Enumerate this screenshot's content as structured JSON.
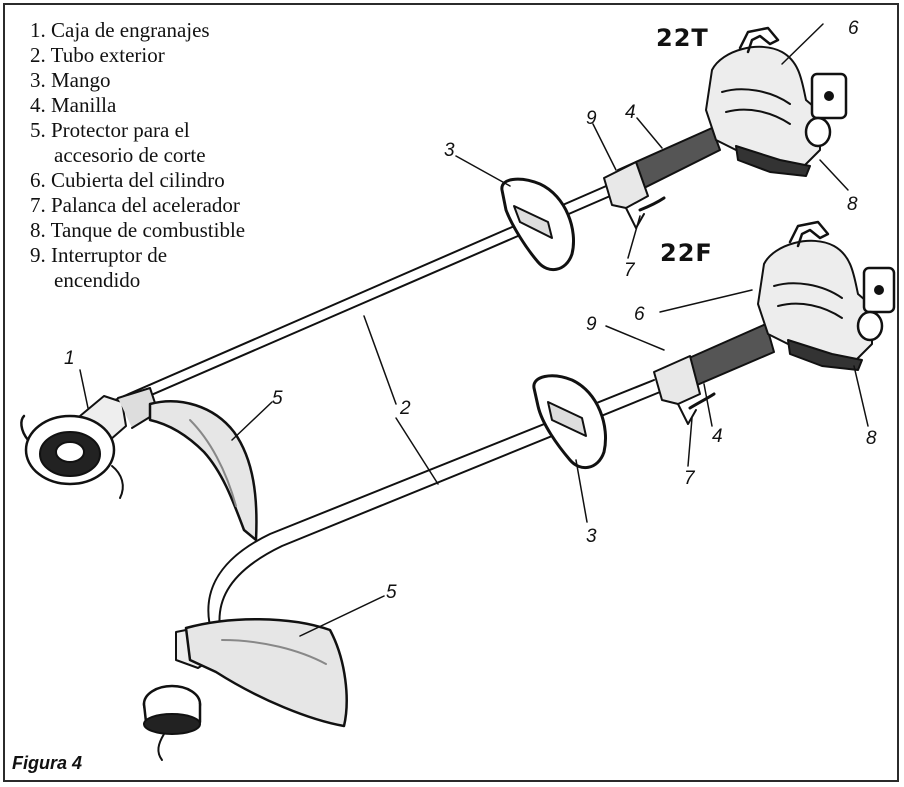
{
  "parts": [
    {
      "line1": "1. Caja de engranajes"
    },
    {
      "line1": "2. Tubo exterior"
    },
    {
      "line1": "3. Mango"
    },
    {
      "line1": "4. Manilla"
    },
    {
      "line1": "5. Protector para el",
      "line2": "accesorio de corte"
    },
    {
      "line1": "6. Cubierta del cilindro"
    },
    {
      "line1": "7. Palanca del acelerador"
    },
    {
      "line1": "8. Tanque de combustible"
    },
    {
      "line1": "9. Interruptor de",
      "line2": " encendido"
    }
  ],
  "models": {
    "top": "22T",
    "bottom": "22F"
  },
  "callouts": {
    "top": {
      "n1": "1",
      "n2": "2",
      "n3": "3",
      "n4": "4",
      "n5": "5",
      "n6": "6",
      "n7": "7",
      "n8": "8",
      "n9": "9"
    },
    "bottom": {
      "n3": "3",
      "n4": "4",
      "n5": "5",
      "n6": "6",
      "n7": "7",
      "n8": "8",
      "n9": "9"
    }
  },
  "caption": "Figura 4"
}
